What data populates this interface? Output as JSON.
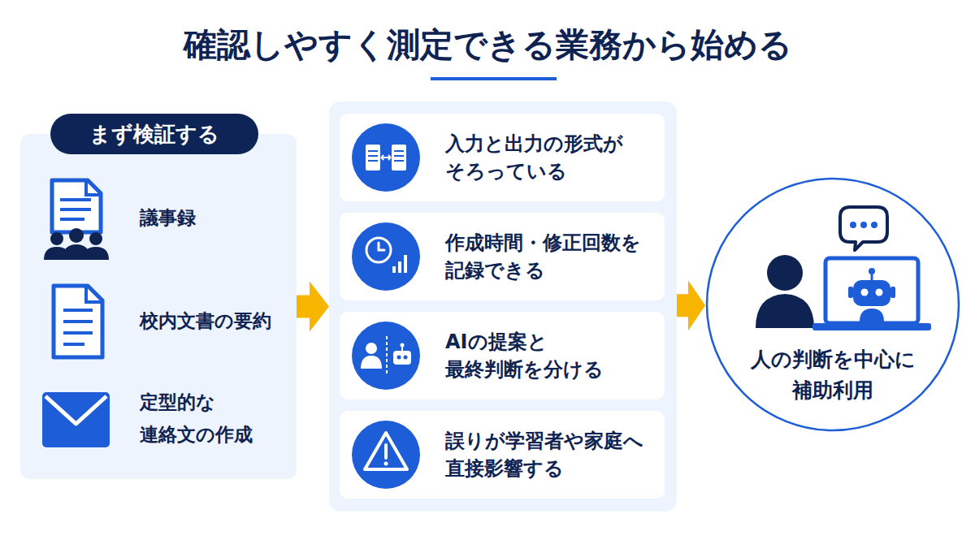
{
  "diagram": {
    "title": "確認しやすく測定できる業務から始める",
    "nodes": [
      {
        "text": [
          "まず検証する",
          "議事録",
          "校内文書の要約",
          "定型的な 連絡文の作成"
        ]
      },
      {
        "text": []
      },
      {
        "text": [
          "入力と出力の形式が そろっている"
        ],
        "in": 1
      },
      {
        "text": [
          "作成時間・修正回数を 記録できる"
        ],
        "in": 1
      },
      {
        "text": [
          "AIの提案と 最終判断を分ける"
        ],
        "in": 1
      },
      {
        "text": [
          "誤りが学習者や家庭へ 直接影響する"
        ],
        "in": 1
      },
      {
        "text": [
          "人の判断を中心に 補助利用"
        ]
      }
    ],
    "edges": [
      {
        "from": 0,
        "to": 1,
        "arrow": "to"
      },
      {
        "from": 1,
        "to": 6,
        "arrow": "to"
      }
    ]
  }
}
